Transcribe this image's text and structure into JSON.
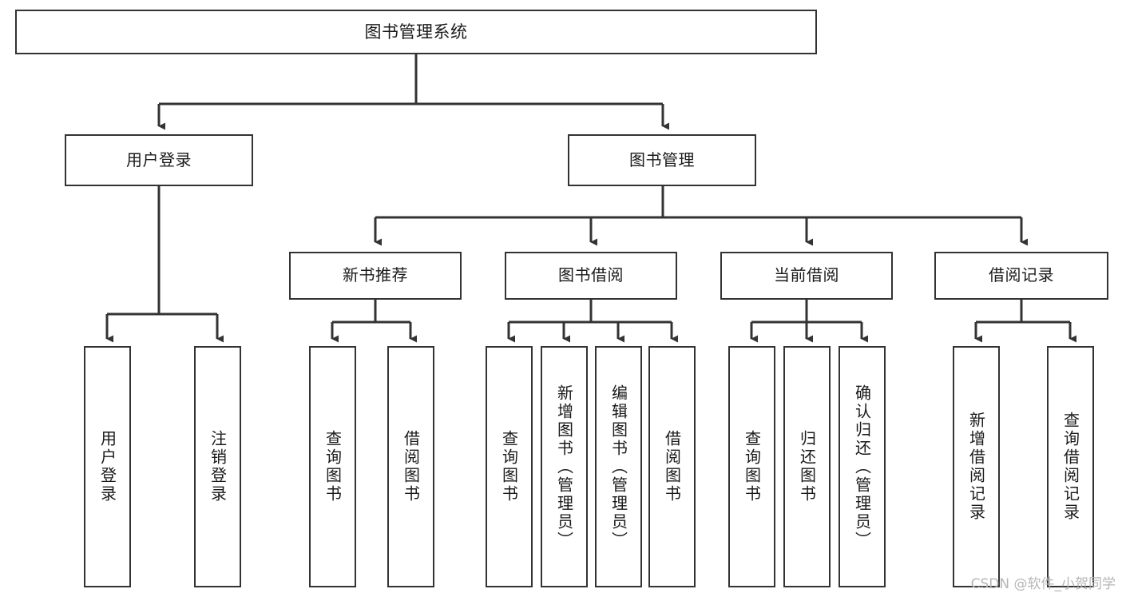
{
  "diagram": {
    "type": "tree-hierarchy-chart",
    "title": "图书管理系统",
    "watermark": "CSDN @软件_小贺同学",
    "colors": {
      "box_border": "#333333",
      "box_fill": "#ffffff",
      "connector": "#333333",
      "text": "#1a1a1a",
      "watermark": "#b6b6b6"
    },
    "root": {
      "label": "图书管理系统"
    },
    "level2": [
      {
        "label": "用户登录"
      },
      {
        "label": "图书管理"
      }
    ],
    "level3": [
      {
        "label": "新书推荐"
      },
      {
        "label": "图书借阅"
      },
      {
        "label": "当前借阅"
      },
      {
        "label": "借阅记录"
      }
    ],
    "leaves": {
      "user_login": [
        {
          "label": "用户登录"
        },
        {
          "label": "注销登录"
        }
      ],
      "new_book_recommend": [
        {
          "label": "查询图书"
        },
        {
          "label": "借阅图书"
        }
      ],
      "book_borrow": [
        {
          "label": "查询图书"
        },
        {
          "label": "新增图书（管理员）"
        },
        {
          "label": "编辑图书（管理员）"
        },
        {
          "label": "借阅图书"
        }
      ],
      "current_borrow": [
        {
          "label": "查询图书"
        },
        {
          "label": "归还图书"
        },
        {
          "label": "确认归还（管理员）"
        }
      ],
      "borrow_record": [
        {
          "label": "新增借阅记录"
        },
        {
          "label": "查询借阅记录"
        }
      ]
    }
  }
}
